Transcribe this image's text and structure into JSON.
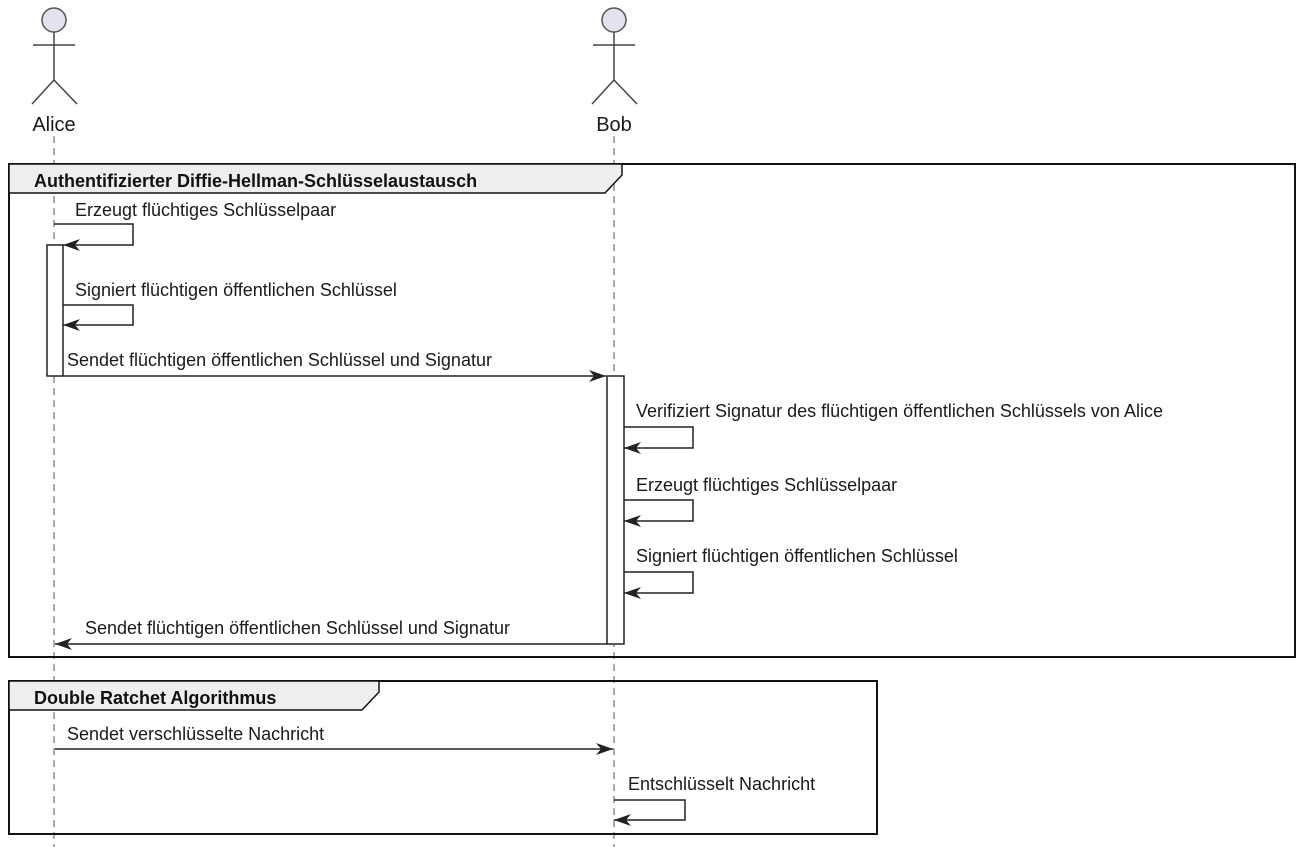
{
  "actors": {
    "alice": "Alice",
    "bob": "Bob"
  },
  "frames": {
    "dh": {
      "title": "Authentifizierter Diffie-Hellman-Schlüsselaustausch",
      "messages": [
        "Erzeugt flüchtiges Schlüsselpaar",
        "Signiert flüchtigen öffentlichen Schlüssel",
        "Sendet flüchtigen öffentlichen Schlüssel und Signatur",
        "Verifiziert Signatur des flüchtigen öffentlichen Schlüssels von Alice",
        "Erzeugt flüchtiges Schlüsselpaar",
        "Signiert flüchtigen öffentlichen Schlüssel",
        "Sendet flüchtigen öffentlichen Schlüssel und Signatur"
      ]
    },
    "ratchet": {
      "title": "Double Ratchet Algorithmus",
      "messages": [
        "Sendet verschlüsselte Nachricht",
        "Entschlüsselt Nachricht"
      ]
    }
  }
}
